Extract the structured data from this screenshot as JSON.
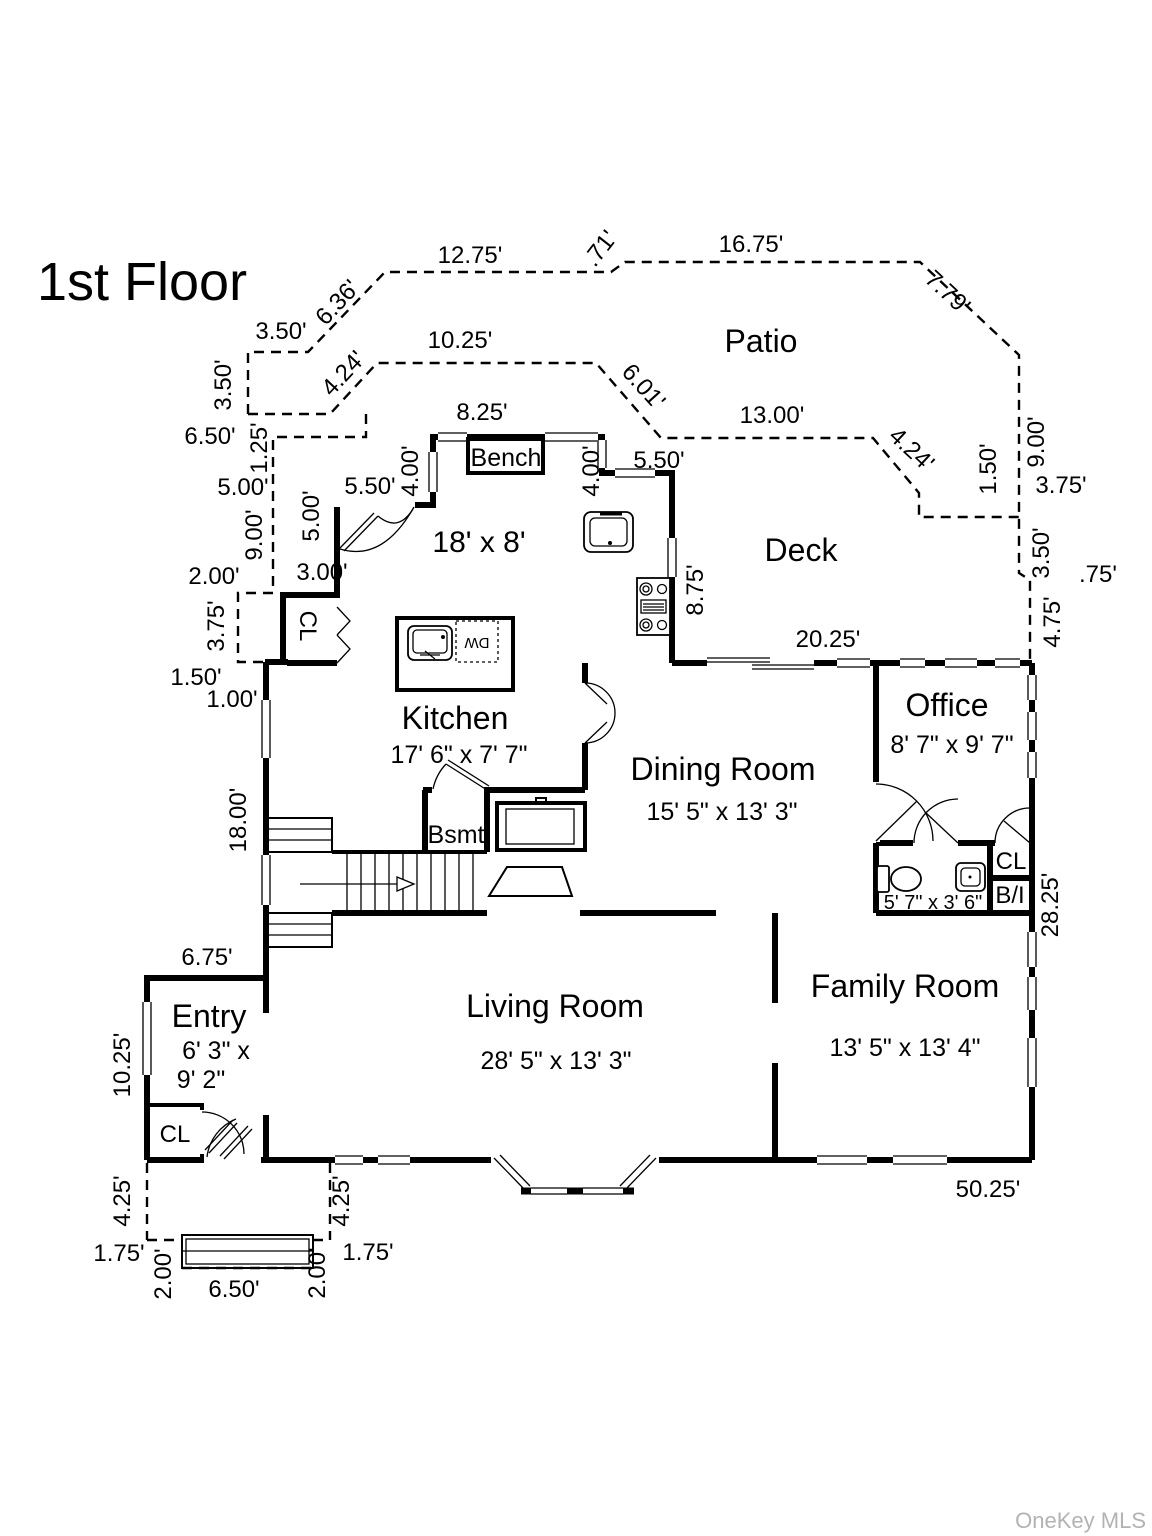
{
  "title": "1st Floor",
  "watermark": "OneKey MLS",
  "rooms": {
    "patio": "Patio",
    "deck": "Deck",
    "kitchen": "Kitchen",
    "kitchen_dims": "17' 6\" x 7' 7\"",
    "nook_dims": "18' x 8'",
    "bench": "Bench",
    "dining": "Dining Room",
    "dining_dims": "15' 5\" x 13' 3\"",
    "office": "Office",
    "office_dims": "8' 7\" x 9' 7\"",
    "living": "Living Room",
    "living_dims": "28' 5\" x 13' 3\"",
    "family": "Family Room",
    "family_dims": "13' 5\" x 13' 4\"",
    "entry": "Entry",
    "entry_dims1": "6' 3\" x",
    "entry_dims2": "9' 2\"",
    "bath_dims": "5' 7\" x 3' 6\"",
    "bsmt": "Bsmt",
    "closet_kitchen": "CL",
    "closet_entry": "CL",
    "closet_bath": "CL",
    "builtin": "B/I",
    "dishwasher": "DW"
  },
  "dims": {
    "patio_top_1": "12.75'",
    "patio_step": ".71'",
    "patio_top_2": "16.75'",
    "patio_right_diag": "7.79'",
    "patio_left_h": "3.50'",
    "patio_left_diag": "6.36'",
    "patio_left_v": "3.50'",
    "inner_650": "6.50'",
    "inner_125": "1.25'",
    "inner_500h": "5.00'",
    "inner_900": "9.00'",
    "inner_200": "2.00'",
    "inner_375": "3.75'",
    "inner_150": "1.50'",
    "inner_100": "1.00'",
    "deck_1025": "10.25'",
    "deck_424_left": "4.24'",
    "deck_601": "6.01'",
    "deck_1300": "13.00'",
    "deck_424_right": "4.24'",
    "deck_150": "1.50'",
    "right_900": "9.00'",
    "right_375": "3.75'",
    "right_350": "3.50'",
    "right_075": ".75'",
    "right_475": "4.75'",
    "nook_825": "8.25'",
    "nook_400_left": "4.00'",
    "nook_400_right": "4.00'",
    "nook_550_left": "5.50'",
    "nook_550_right": "5.50'",
    "kitchen_500": "5.00'",
    "kitchen_300": "3.00'",
    "kitchen_875": "8.75'",
    "west_1800": "18.00'",
    "top_2025": "20.25'",
    "east_2825": "28.25'",
    "bottom_5025": "50.25'",
    "entry_675": "6.75'",
    "entry_1025": "10.25'",
    "porch_425_left": "4.25'",
    "porch_425_right": "4.25'",
    "porch_175_left": "1.75'",
    "porch_175_right": "1.75'",
    "porch_200_left": "2.00'",
    "porch_200_right": "2.00'",
    "porch_650": "6.50'"
  }
}
